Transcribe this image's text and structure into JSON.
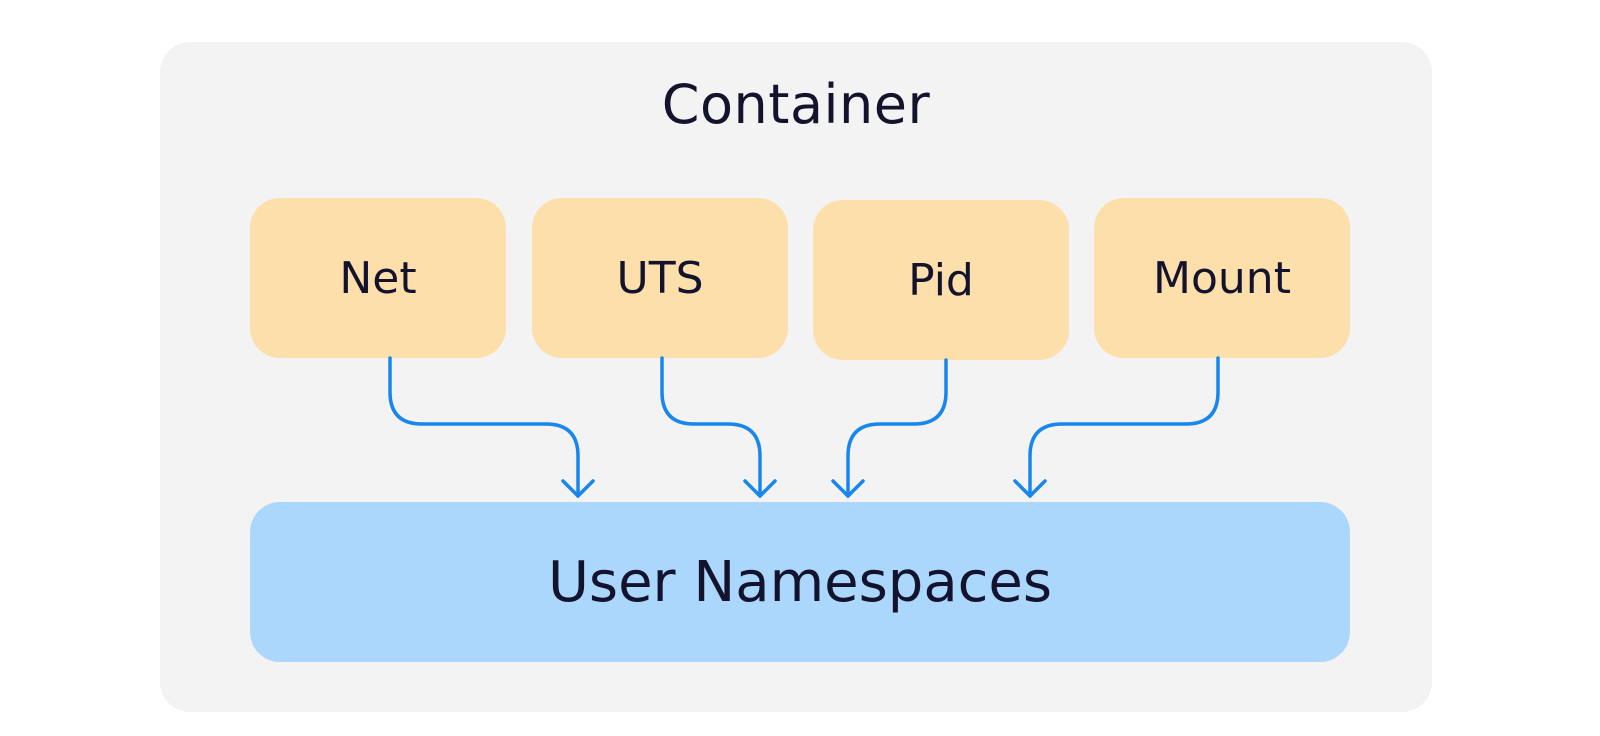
{
  "diagram": {
    "container_title": "Container",
    "namespaces": [
      {
        "label": "Net"
      },
      {
        "label": "UTS"
      },
      {
        "label": "Pid"
      },
      {
        "label": "Mount"
      }
    ],
    "base_label": "User Namespaces",
    "colors": {
      "container_background": "#f3f3f3",
      "namespace_fill": "#fddfab",
      "user_namespace_fill": "#acd7fd",
      "arrow": "#1787ed",
      "text": "#14132e"
    }
  }
}
